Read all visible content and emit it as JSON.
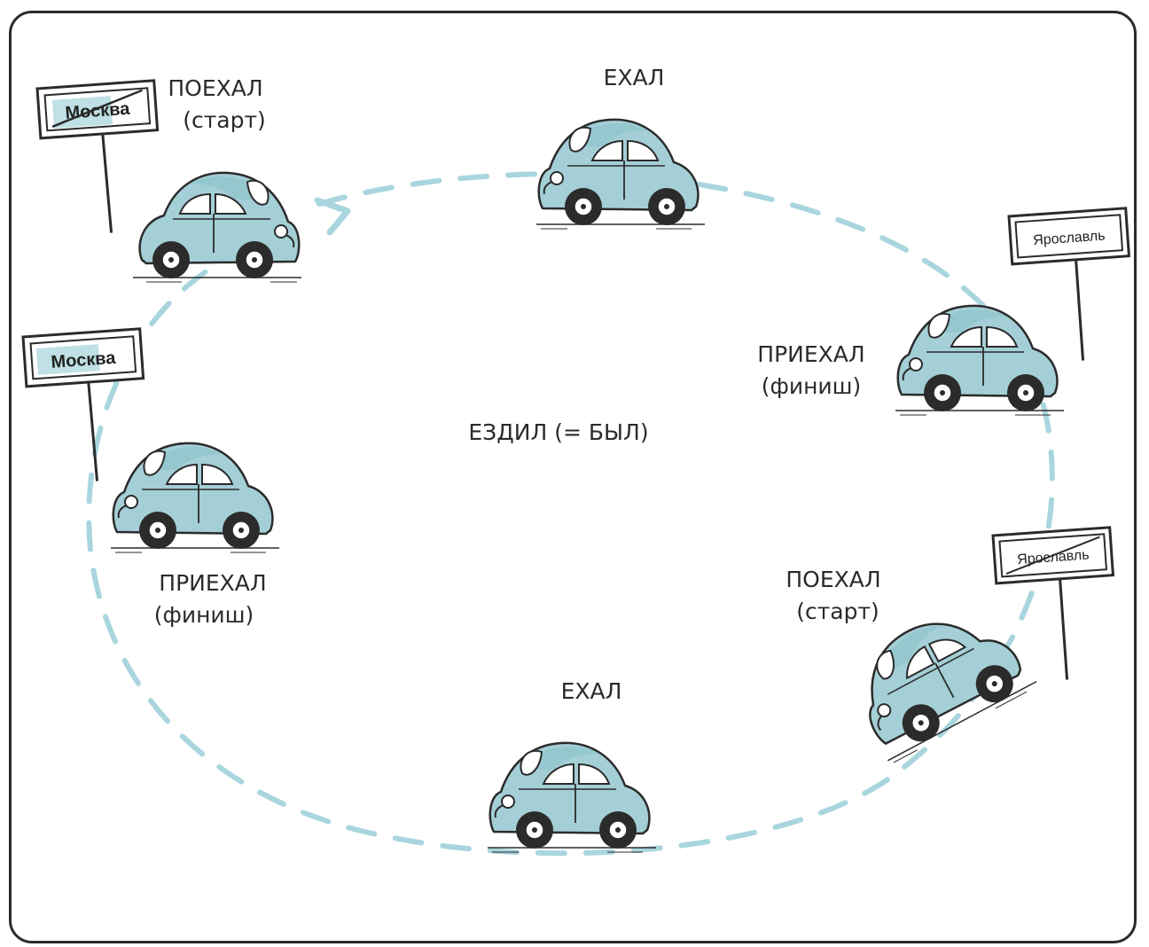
{
  "colors": {
    "path_dash": "#a9d6de",
    "car_body": "#a4cfd6",
    "car_shade": "#8fc3cc",
    "ink": "#2b2b2b",
    "frame": "#2b2b2b"
  },
  "center_label": "ЕЗДИЛ (= БЫЛ)",
  "labels": {
    "start_moscow": {
      "verb": "ПОЕХАЛ",
      "note": "(старт)"
    },
    "drive_top": {
      "verb": "ЕХАЛ"
    },
    "finish_yaroslavl": {
      "verb": "ПРИЕХАЛ",
      "note": "(финиш)"
    },
    "start_yaroslavl": {
      "verb": "ПОЕХАЛ",
      "note": "(старт)"
    },
    "drive_bottom": {
      "verb": "ЕХАЛ"
    },
    "finish_moscow": {
      "verb": "ПРИЕХАЛ",
      "note": "(финиш)"
    }
  },
  "signs": {
    "moscow_crossed": {
      "text": "Москва",
      "crossed": true,
      "icon": "city-sign-icon"
    },
    "moscow": {
      "text": "Москва",
      "crossed": false,
      "icon": "city-sign-icon"
    },
    "yaroslavl": {
      "text": "Ярославль",
      "crossed": false,
      "icon": "city-sign-icon"
    },
    "yaroslavl_crossed": {
      "text": "Ярославль",
      "crossed": true,
      "icon": "city-sign-icon"
    }
  },
  "icons": {
    "car": "car-icon",
    "arrow": "direction-arrow-icon",
    "route": "dashed-route-icon"
  }
}
